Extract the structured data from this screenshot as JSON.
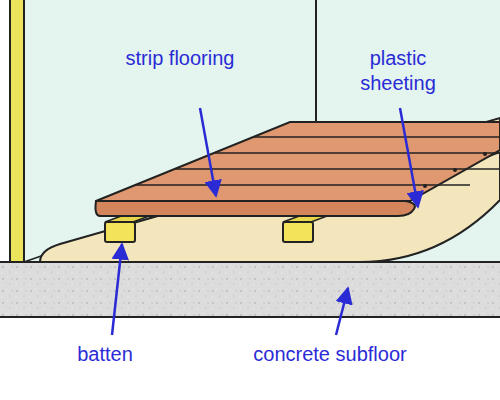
{
  "diagram": {
    "labels": [
      "strip flooring",
      "plastic sheeting",
      "batten",
      "concrete subfloor"
    ]
  }
}
